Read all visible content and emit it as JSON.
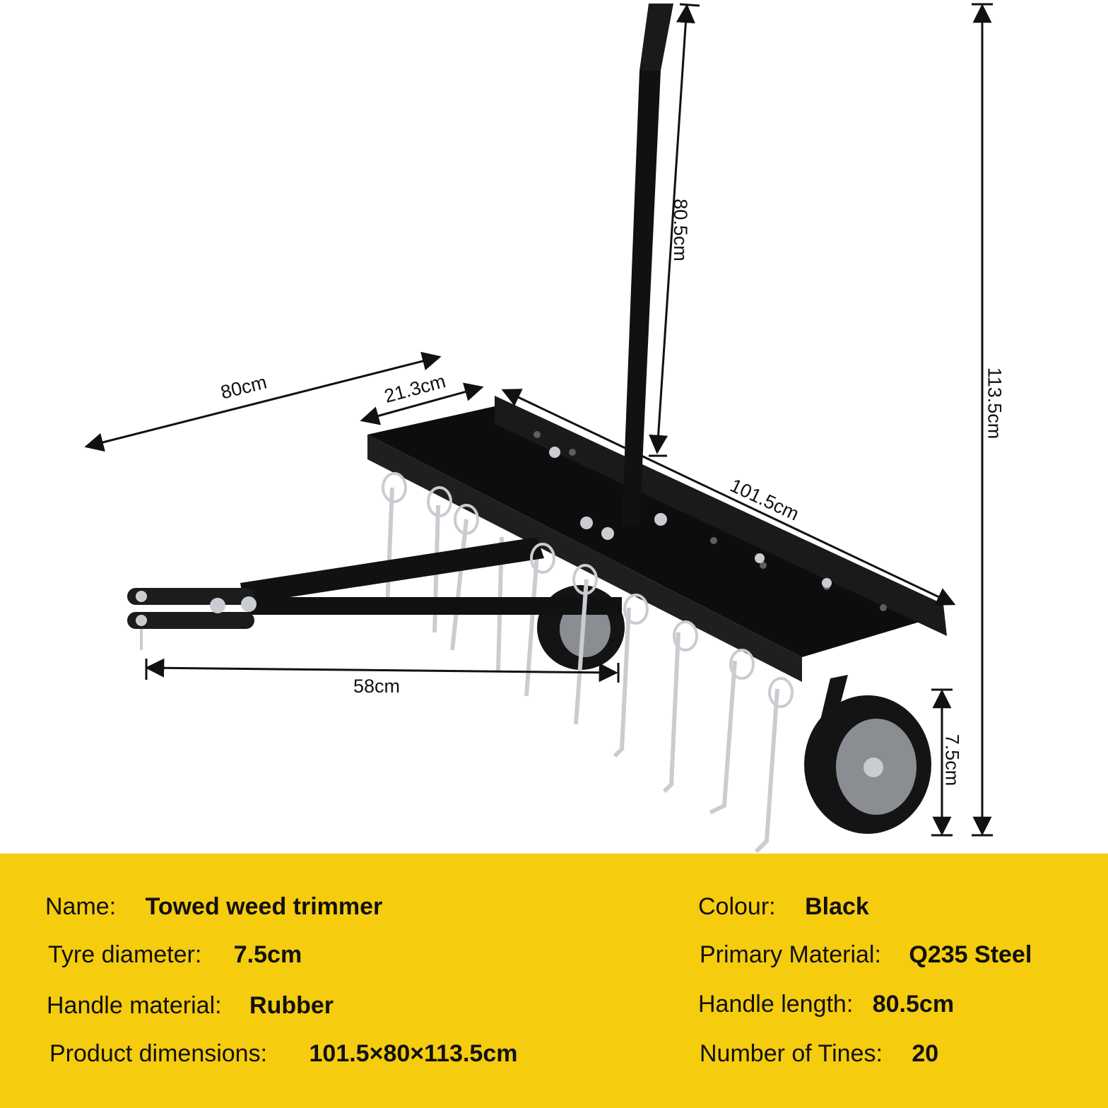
{
  "dimensions": {
    "handle_length": "80.5cm",
    "total_height": "113.5cm",
    "drawbar_length": "80cm",
    "tray_depth": "21.3cm",
    "tray_width": "101.5cm",
    "hitch_to_tines": "58cm",
    "wheel_height": "7.5cm"
  },
  "specs": {
    "name": {
      "label": "Name:",
      "value": "Towed weed trimmer"
    },
    "tyre": {
      "label": "Tyre diameter:",
      "value": "7.5cm"
    },
    "handle_mat": {
      "label": "Handle material:",
      "value": "Rubber"
    },
    "dims": {
      "label": "Product dimensions:",
      "value": "101.5×80×113.5cm"
    },
    "colour": {
      "label": "Colour:",
      "value": "Black"
    },
    "material": {
      "label": "Primary Material:",
      "value": "Q235 Steel"
    },
    "handle_len": {
      "label": "Handle length:",
      "value": "80.5cm"
    },
    "tines": {
      "label": "Number of Tines:",
      "value": "20"
    }
  },
  "colors": {
    "panel": "#f5cc0e",
    "steel": "#111111",
    "tine": "#c9ccd1",
    "hub": "#8a8d92"
  }
}
